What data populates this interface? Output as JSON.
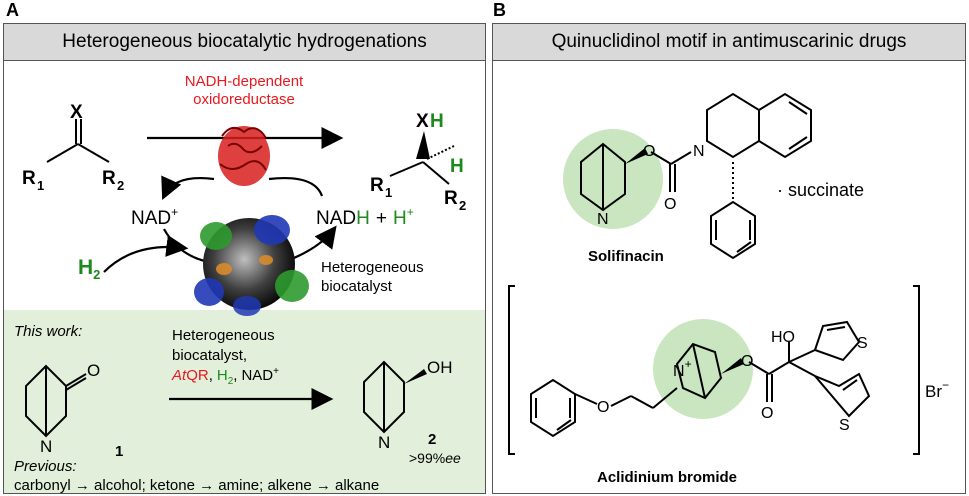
{
  "panel_a": {
    "letter": "A",
    "title": "Heterogeneous biocatalytic hydrogenations",
    "enzyme_line1": "NADH-dependent",
    "enzyme_line2": "oxidoreductase",
    "substrate_x": "X",
    "product_xh_x": "X",
    "product_xh_h": "H",
    "product_h": "H",
    "r": "R",
    "sub1": "1",
    "sub2": "2",
    "nad_plus": "NAD",
    "plus_sup": "+",
    "nadh_base": "NAD",
    "nadh_h": "H",
    "plus_sign": "+",
    "h_plus": "H",
    "h2_base": "H",
    "h2_sub": "2",
    "catalyst_line1": "Heterogeneous",
    "catalyst_line2": "biocatalyst",
    "this_work": "This work:",
    "cond_line1": "Heterogeneous",
    "cond_line2": "biocatalyst,",
    "cond_atqr_at": "At",
    "cond_atqr_qr": "QR",
    "cond_h2": "H",
    "cond_h2_sub": "2",
    "cond_nad": "NAD",
    "comma": ",",
    "compound1_label": "1",
    "compound2_label": "2",
    "ketone_o": "O",
    "alcohol_oh": "OH",
    "n_atom": "N",
    "ee_value": ">99%",
    "ee_unit": "ee",
    "previous_label": "Previous:",
    "previous_text": "carbonyl → alcohol; ketone → amine; alkene → alkane"
  },
  "panel_b": {
    "letter": "B",
    "title": "Quinuclidinol motif in antimuscarinic drugs",
    "solifenacin_name": "Solifinacin",
    "succinate": "· succinate",
    "aclidinium_name": "Aclidinium bromide",
    "bromide": "Br",
    "bromide_charge": "−",
    "o": "O",
    "n": "N",
    "ho": "HO",
    "s": "S",
    "n_plus": "+"
  },
  "colors": {
    "header_bg": "#d9d9d9",
    "green_box": "#e2efda",
    "highlight_green": "#c9e6c0",
    "red": "#e8191f",
    "green": "#1e8a1e"
  }
}
